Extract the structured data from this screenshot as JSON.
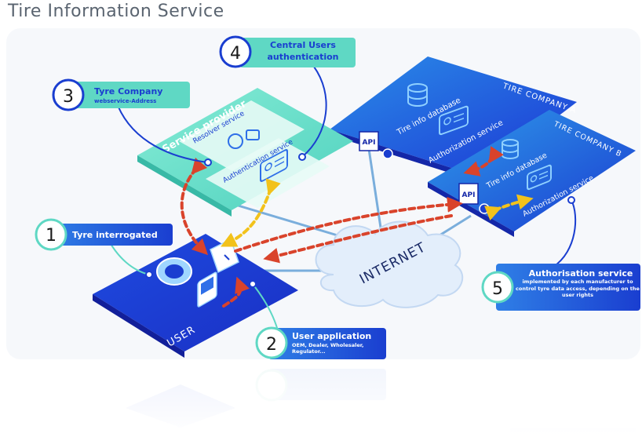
{
  "page": {
    "title": "Tire Information Service"
  },
  "callouts": [
    {
      "number": "1",
      "title": "Tyre interrogated",
      "subtitle": ""
    },
    {
      "number": "2",
      "title": "User application",
      "subtitle": "OEM, Dealer, Wholesaler, Regulator..."
    },
    {
      "number": "3",
      "title": "Tyre Company",
      "subtitle": "webservice-Address"
    },
    {
      "number": "4",
      "title": "Central Users authentication",
      "subtitle": ""
    },
    {
      "number": "5",
      "title": "Authorisation service",
      "subtitle": "implemented by each manufacturer to control tyre data access, depending on the user rights"
    }
  ],
  "panels": {
    "service_provider": {
      "title": "Service provider",
      "resolver": "Resolver service",
      "authentication": "Authentication service"
    },
    "tire_company_a": {
      "title": "TIRE COMPANY A",
      "database": "Tire info database",
      "authorization": "Authorization service",
      "api": "API"
    },
    "tire_company_b": {
      "title": "TIRE COMPANY B",
      "database": "Tire info database",
      "authorization": "Authorization service",
      "api": "API"
    },
    "user": {
      "title": "USER"
    },
    "internet": {
      "label": "INTERNET"
    }
  },
  "colors": {
    "blue_dark": "#1a3fd6",
    "blue_mid": "#2f6fe8",
    "teal": "#5fd8c4",
    "teal_light": "#a8f0e2",
    "red_arrow": "#d9432b",
    "yellow_arrow": "#f2c21b",
    "line_blue": "#7aaedc"
  }
}
